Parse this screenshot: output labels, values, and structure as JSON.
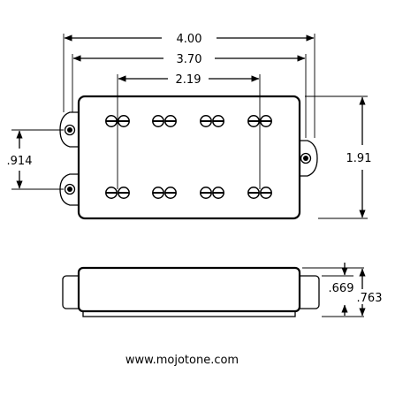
{
  "dimensions": {
    "width_overall": "4.00",
    "width_body": "3.70",
    "pole_spacing": "2.19",
    "mount_spacing": ".914",
    "body_height": "1.91",
    "side_height_body": ".669",
    "side_height_total": ".763"
  },
  "footer": {
    "website": "www.mojotone.com"
  },
  "colors": {
    "line": "#000000",
    "background": "#ffffff"
  }
}
